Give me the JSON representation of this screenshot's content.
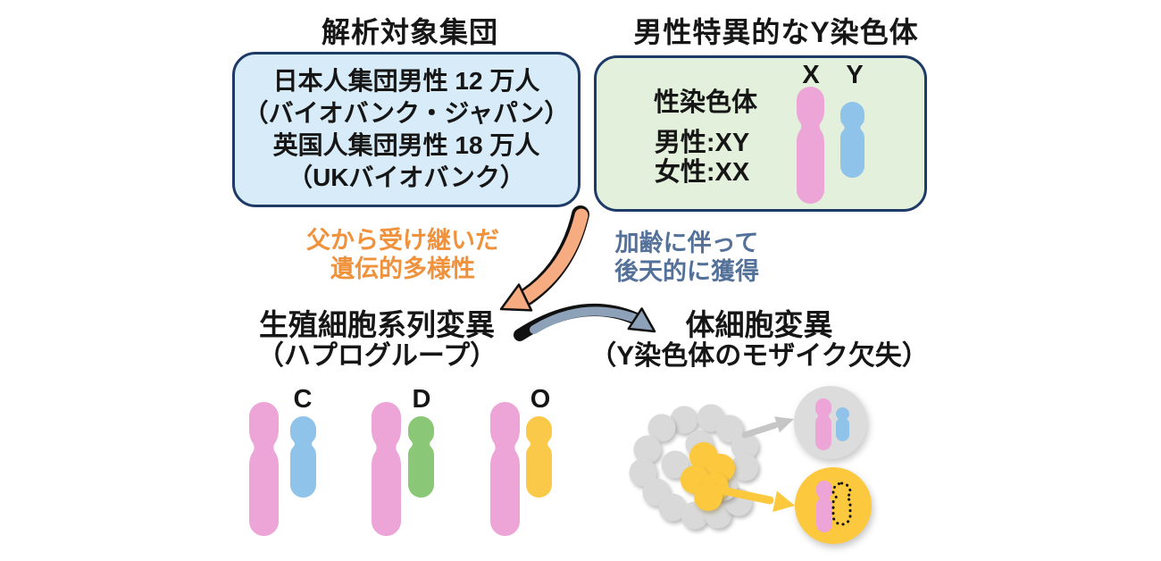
{
  "colors": {
    "box-blue": "#d7ecf8",
    "box-green": "#e3f0db",
    "navy": "#1e3a67",
    "pink": "#eca5d6",
    "blue": "#90c3ea",
    "green": "#8ac878",
    "yellow": "#fbc94a",
    "cell-gray": "#d9d9d9",
    "cell-yellow": "#fcc83d",
    "circle-gray": "#dcdcdc",
    "orange-text": "#f0913c",
    "orange-arrow": "#f7ab80",
    "slate-text": "#54719a",
    "slate-arrow": "#8da2b8",
    "gray-arrow": "#c6c6c6"
  },
  "left_panel": {
    "title": "解析対象集団",
    "box": {
      "line1": "日本人集団男性 12 万人",
      "line2": "（バイオバンク・ジャパン）",
      "line3": "英国人集団男性 18 万人",
      "line4": "（UKバイオバンク）"
    }
  },
  "right_panel": {
    "title": "男性特異的なY染色体",
    "box": {
      "label": "性染色体",
      "male": "男性:XY",
      "female": "女性:XX",
      "x_label": "X",
      "y_label": "Y"
    }
  },
  "germline": {
    "annotation_line1": "父から受け継いだ",
    "annotation_line2": "遺伝的多様性",
    "title": "生殖細胞系列変異",
    "subtitle": "（ハプログループ）",
    "haplogroups": [
      "C",
      "D",
      "O"
    ]
  },
  "somatic": {
    "annotation_line1": "加齢に伴って",
    "annotation_line2": "後天的に獲得",
    "title": "体細胞変異",
    "subtitle": "（Y染色体のモザイク欠失）"
  }
}
